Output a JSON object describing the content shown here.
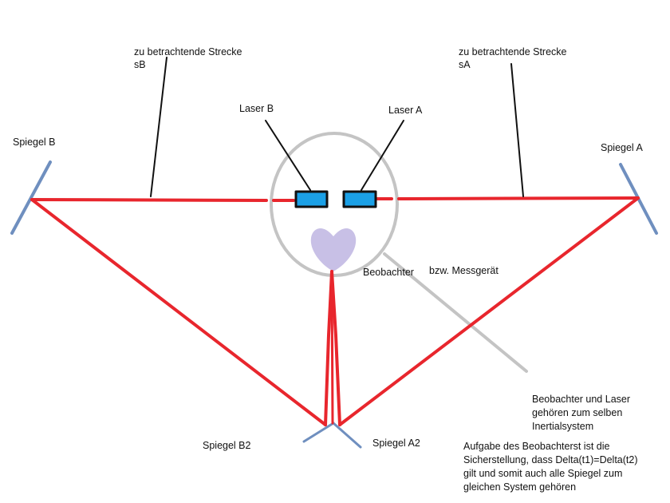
{
  "labels": {
    "spiegel_b": "Spiegel B",
    "spiegel_a": "Spiegel A",
    "spiegel_b2": "Spiegel B2",
    "spiegel_a2": "Spiegel A2",
    "laser_b": "Laser B",
    "laser_a": "Laser A",
    "strecke_b_line1": "zu betrachtende Strecke",
    "strecke_b_line2": "sB",
    "strecke_a_line1": "zu betrachtende Strecke",
    "strecke_a_line2": "sA",
    "beobachter": "Beobachter",
    "messgeraet": "bzw. Messgerät"
  },
  "notes": {
    "system_line1": "Beobachter und Laser",
    "system_line2": "gehören zum selben",
    "system_line3": "Inertialsystem",
    "task_line1": "Aufgabe des Beobachterst ist die",
    "task_line2": "Sicherstellung, dass Delta(t1)=Delta(t2)",
    "task_line3": "gilt und somit auch alle Spiegel zum",
    "task_line4": "gleichen System gehören"
  },
  "colors": {
    "beam": "#e8262d",
    "mirror": "#6f8fbf",
    "laser_fill": "#1ba0e6",
    "laser_border": "#111111",
    "observer_circle": "#c4c4c4",
    "observer_heart": "#c8c0e6",
    "pointer": "#c4c4c4",
    "leader": "#111111"
  }
}
